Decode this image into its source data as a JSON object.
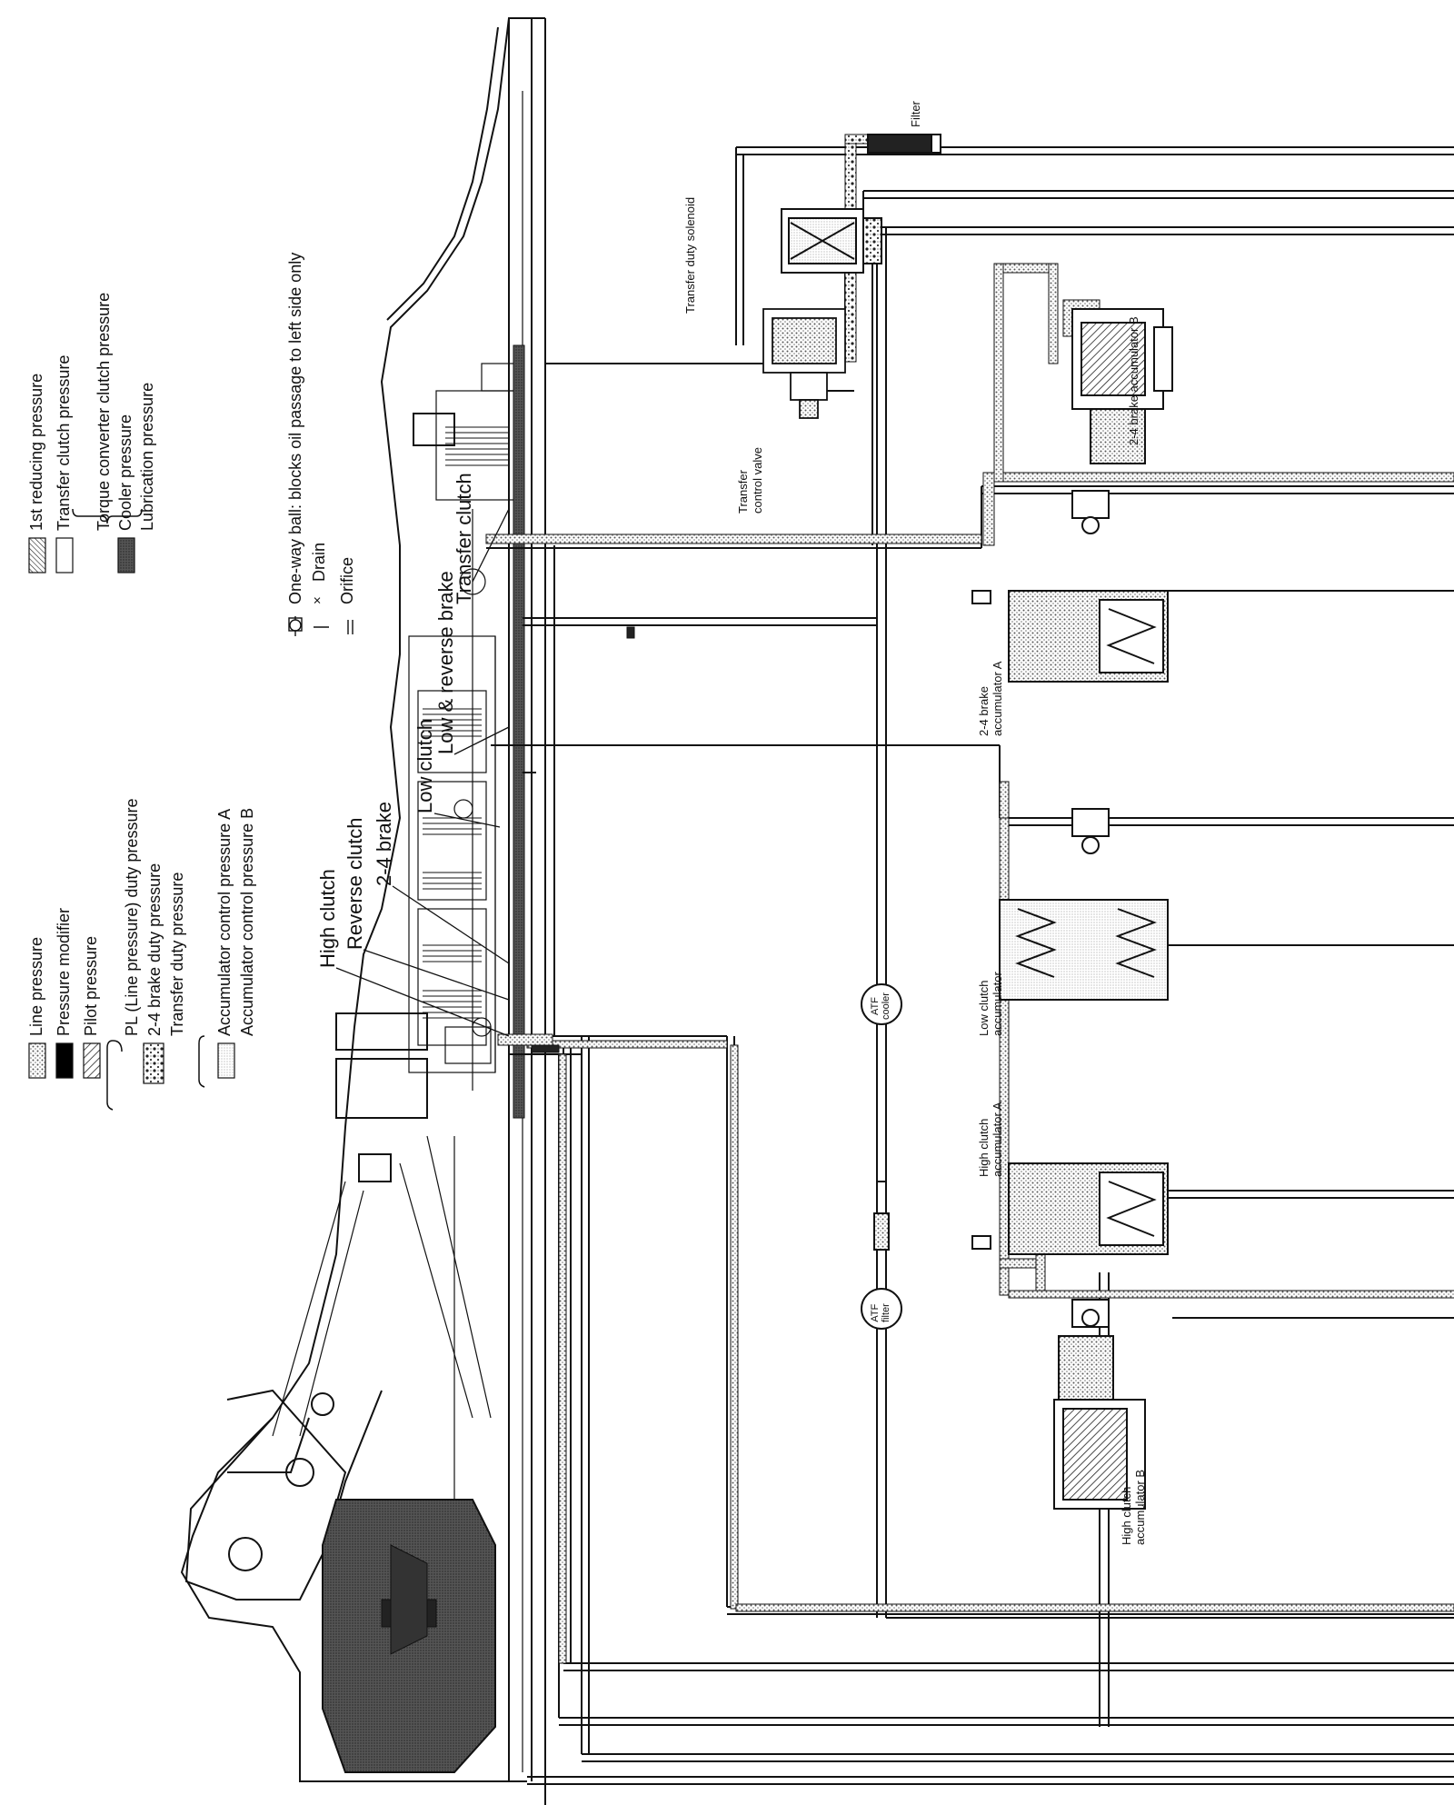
{
  "legend": {
    "line_pressure": "Line pressure",
    "pressure_modifier": "Pressure modifier",
    "pilot_pressure": "Pilot pressure",
    "pl_duty": "PL (Line pressure) duty pressure",
    "brake_24_duty": "2-4 brake duty pressure",
    "transfer_duty": "Transfer duty pressure",
    "acc_a": "Accumulator control pressure A",
    "acc_b": "Accumulator control pressure B",
    "first_reducing": "1st reducing pressure",
    "transfer_clutch_pressure": "Transfer clutch pressure",
    "torque_converter": "Torque converter clutch pressure",
    "cooler": "Cooler pressure",
    "lubrication": "Lubrication pressure",
    "one_way_ball": "One-way ball: blocks oil passage to left side only",
    "drain": "Drain",
    "orifice": "Orifice",
    "drain_symbol": "×"
  },
  "components": {
    "high_clutch": "High clutch",
    "reverse_clutch": "Reverse clutch",
    "brake_24": "2-4 brake",
    "low_clutch": "Low clutch",
    "low_reverse_brake": "Low & reverse brake",
    "transfer_clutch": "Transfer clutch",
    "transfer_control_valve_1": "Transfer",
    "transfer_control_valve_2": "control valve",
    "transfer_duty_solenoid": "Transfer duty solenoid",
    "filter": "Filter",
    "brake_24_acc_b": "2-4 brake accumulator B",
    "brake_24_acc_a_1": "2-4 brake",
    "brake_24_acc_a_2": "accumulator A",
    "low_clutch_acc_1": "Low clutch",
    "low_clutch_acc_2": "accumulator",
    "high_clutch_acc_a_1": "High clutch",
    "high_clutch_acc_a_2": "accumulator A",
    "high_clutch_acc_b_1": "High clutch",
    "high_clutch_acc_b_2": "accumulator B",
    "atf_cooler": "ATF\ncooler",
    "atf_filter": "ATF\nfilter"
  },
  "colors": {
    "ink": "#111111",
    "dot_fill": "#cfcfcf",
    "light_fill": "#eeeeee",
    "dark_fill": "#3a3a3a"
  }
}
